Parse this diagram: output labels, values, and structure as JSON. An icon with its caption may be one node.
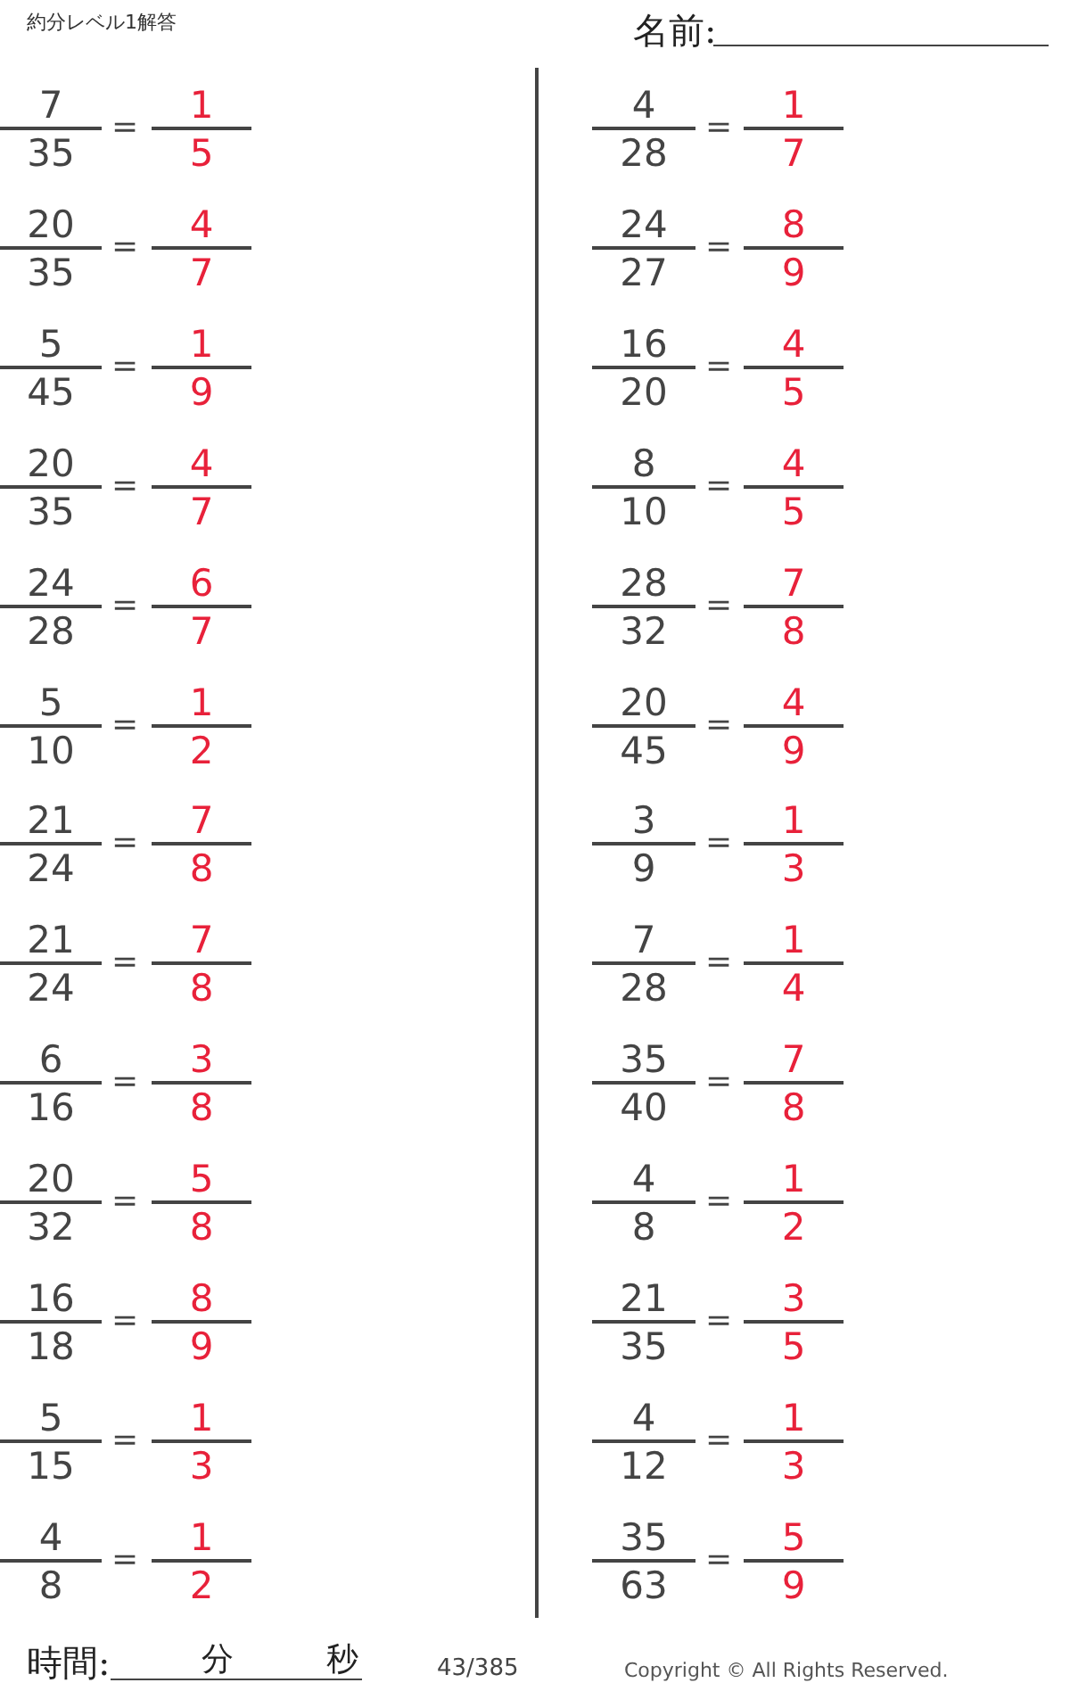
{
  "diagram": {
    "title": "約分レベル1解答",
    "labels": [
      "名前:",
      "7",
      "35",
      "=",
      "1",
      "5",
      "4",
      "28",
      "=",
      "1",
      "7",
      "20",
      "35",
      "=",
      "4",
      "7",
      "24",
      "27",
      "=",
      "8",
      "9",
      "5",
      "45",
      "=",
      "1",
      "9",
      "16",
      "20",
      "=",
      "4",
      "5",
      "20",
      "35",
      "=",
      "4",
      "7",
      "8",
      "10",
      "=",
      "4",
      "5",
      "24",
      "28",
      "=",
      "6",
      "7",
      "28",
      "32",
      "=",
      "7",
      "8",
      "5",
      "10",
      "=",
      "1",
      "2",
      "20",
      "45",
      "=",
      "4",
      "9",
      "21",
      "24",
      "=",
      "7",
      "8",
      "3",
      "9",
      "=",
      "1",
      "3",
      "21",
      "24",
      "=",
      "7",
      "8",
      "7",
      "28",
      "=",
      "1",
      "4",
      "6",
      "16",
      "=",
      "3",
      "8",
      "35",
      "40",
      "=",
      "7",
      "8",
      "20",
      "32",
      "=",
      "5",
      "8",
      "4",
      "8",
      "=",
      "1",
      "2",
      "16",
      "18",
      "=",
      "8",
      "9",
      "21",
      "35",
      "=",
      "3",
      "5",
      "5",
      "15",
      "=",
      "1",
      "3",
      "4",
      "12",
      "=",
      "1",
      "3",
      "4",
      "8",
      "=",
      "1",
      "2",
      "35",
      "63",
      "=",
      "5",
      "9",
      "時間:",
      "分",
      "秒",
      "43/385",
      "Copyright © All Rights Reserved."
    ]
  }
}
